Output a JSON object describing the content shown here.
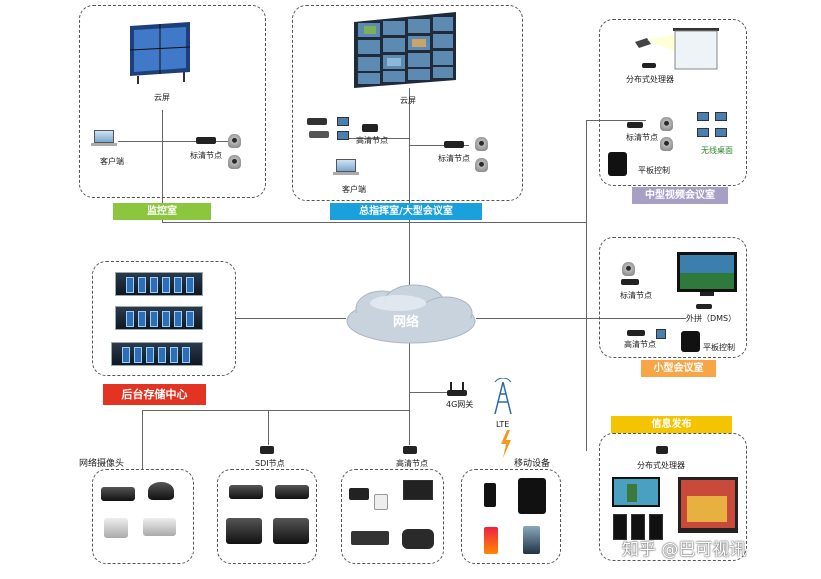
{
  "labels": {
    "cloud_screen_1": "云屏",
    "client_1": "客户端",
    "sd_node_1": "标清节点",
    "cloud_screen_2": "云屏",
    "hd_node_2": "高清节点",
    "sd_node_2": "标清节点",
    "client_2": "客户端",
    "distributed_processor_1": "分布式处理器",
    "sd_node_3": "标清节点",
    "wireless_desktop": "无线桌面",
    "tablet_control_1": "平板控制",
    "sd_node_4": "标清节点",
    "external_splice": "外拼（DMS）",
    "hd_node_4": "高清节点",
    "tablet_control_2": "平板控制",
    "gateway_4g": "4G网关",
    "lte": "LTE",
    "network_camera": "网络摄像头",
    "sdi_node": "SDI节点",
    "hd_node_5": "高清节点",
    "mobile_device": "移动设备",
    "distributed_processor_2": "分布式处理器",
    "cloud": "网络",
    "watermark": "知乎 @巴可视讯"
  },
  "bars": {
    "monitor_room": "监控室",
    "command_room": "总指挥室/大型会议室",
    "mid_video_conf": "中型视频会议室",
    "small_conf": "小型会议室",
    "backend_storage": "后台存储中心",
    "info_publish": "信息发布"
  },
  "colors": {
    "green": "#8cc63f",
    "blue": "#1aa0dd",
    "purple": "#a79fc4",
    "orange": "#f7a545",
    "red": "#e33322",
    "yellow": "#f5c400",
    "cloud": "#c9d3dd"
  }
}
